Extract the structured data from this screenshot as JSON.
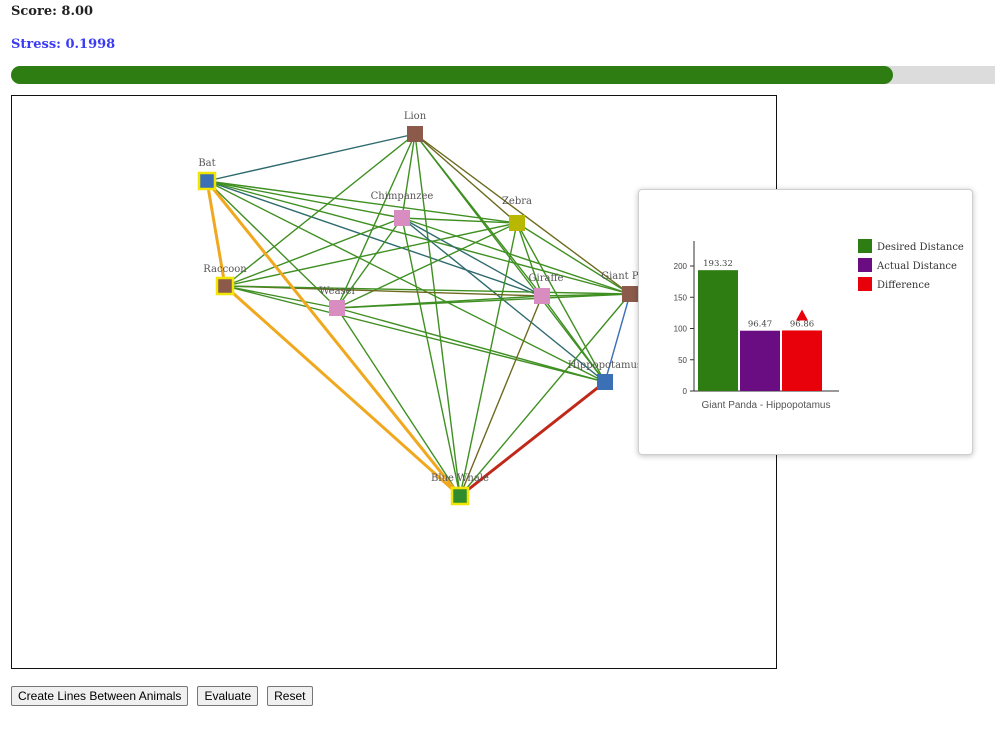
{
  "header": {
    "score_label": "Score: 8.00",
    "stress_label": "Stress: 0.1998",
    "progress_fraction": 0.896
  },
  "graph": {
    "nodes": [
      {
        "id": "lion",
        "label": "Lion",
        "color": "#8b5a4a",
        "highlight": false
      },
      {
        "id": "bat",
        "label": "Bat",
        "color": "#3b6fb6",
        "highlight": true
      },
      {
        "id": "chimpanzee",
        "label": "Chimpanzee",
        "color": "#d98cc0",
        "highlight": false
      },
      {
        "id": "zebra",
        "label": "Zebra",
        "color": "#b8b800",
        "highlight": false
      },
      {
        "id": "raccoon",
        "label": "Raccoon",
        "color": "#8b5a4a",
        "highlight": true
      },
      {
        "id": "weasel",
        "label": "Weasel",
        "color": "#d98cc0",
        "highlight": false
      },
      {
        "id": "giraffe",
        "label": "Giraffe",
        "color": "#d98cc0",
        "highlight": false
      },
      {
        "id": "giant_panda",
        "label": "Giant Panda",
        "color": "#8b5a4a",
        "highlight": false
      },
      {
        "id": "hippopotamus",
        "label": "Hippopotamus",
        "color": "#3b6fb6",
        "highlight": false
      },
      {
        "id": "blue_whale",
        "label": "Blue Whale",
        "color": "#2e8b2e",
        "highlight": true
      }
    ]
  },
  "tooltip": {
    "legend": [
      {
        "label": "Desired Distance",
        "color": "#2e7d12"
      },
      {
        "label": "Actual Distance",
        "color": "#6a0d83"
      },
      {
        "label": "Difference",
        "color": "#e8000b"
      }
    ],
    "category": "Giant Panda - Hippopotamus",
    "y_ticks": [
      "0",
      "50",
      "100",
      "150",
      "200"
    ],
    "difference_marker": "up-triangle-icon"
  },
  "chart_data": {
    "type": "bar",
    "categories": [
      "Giant Panda - Hippopotamus"
    ],
    "series": [
      {
        "name": "Desired Distance",
        "values": [
          193.32
        ],
        "label": "193.32"
      },
      {
        "name": "Actual Distance",
        "values": [
          96.47
        ],
        "label": "96.47"
      },
      {
        "name": "Difference",
        "values": [
          96.86
        ],
        "label": "96.86"
      }
    ],
    "ylim": [
      0,
      240
    ],
    "legend_position": "right"
  },
  "buttons": {
    "create_lines": "Create Lines Between Animals",
    "evaluate": "Evaluate",
    "reset": "Reset"
  }
}
